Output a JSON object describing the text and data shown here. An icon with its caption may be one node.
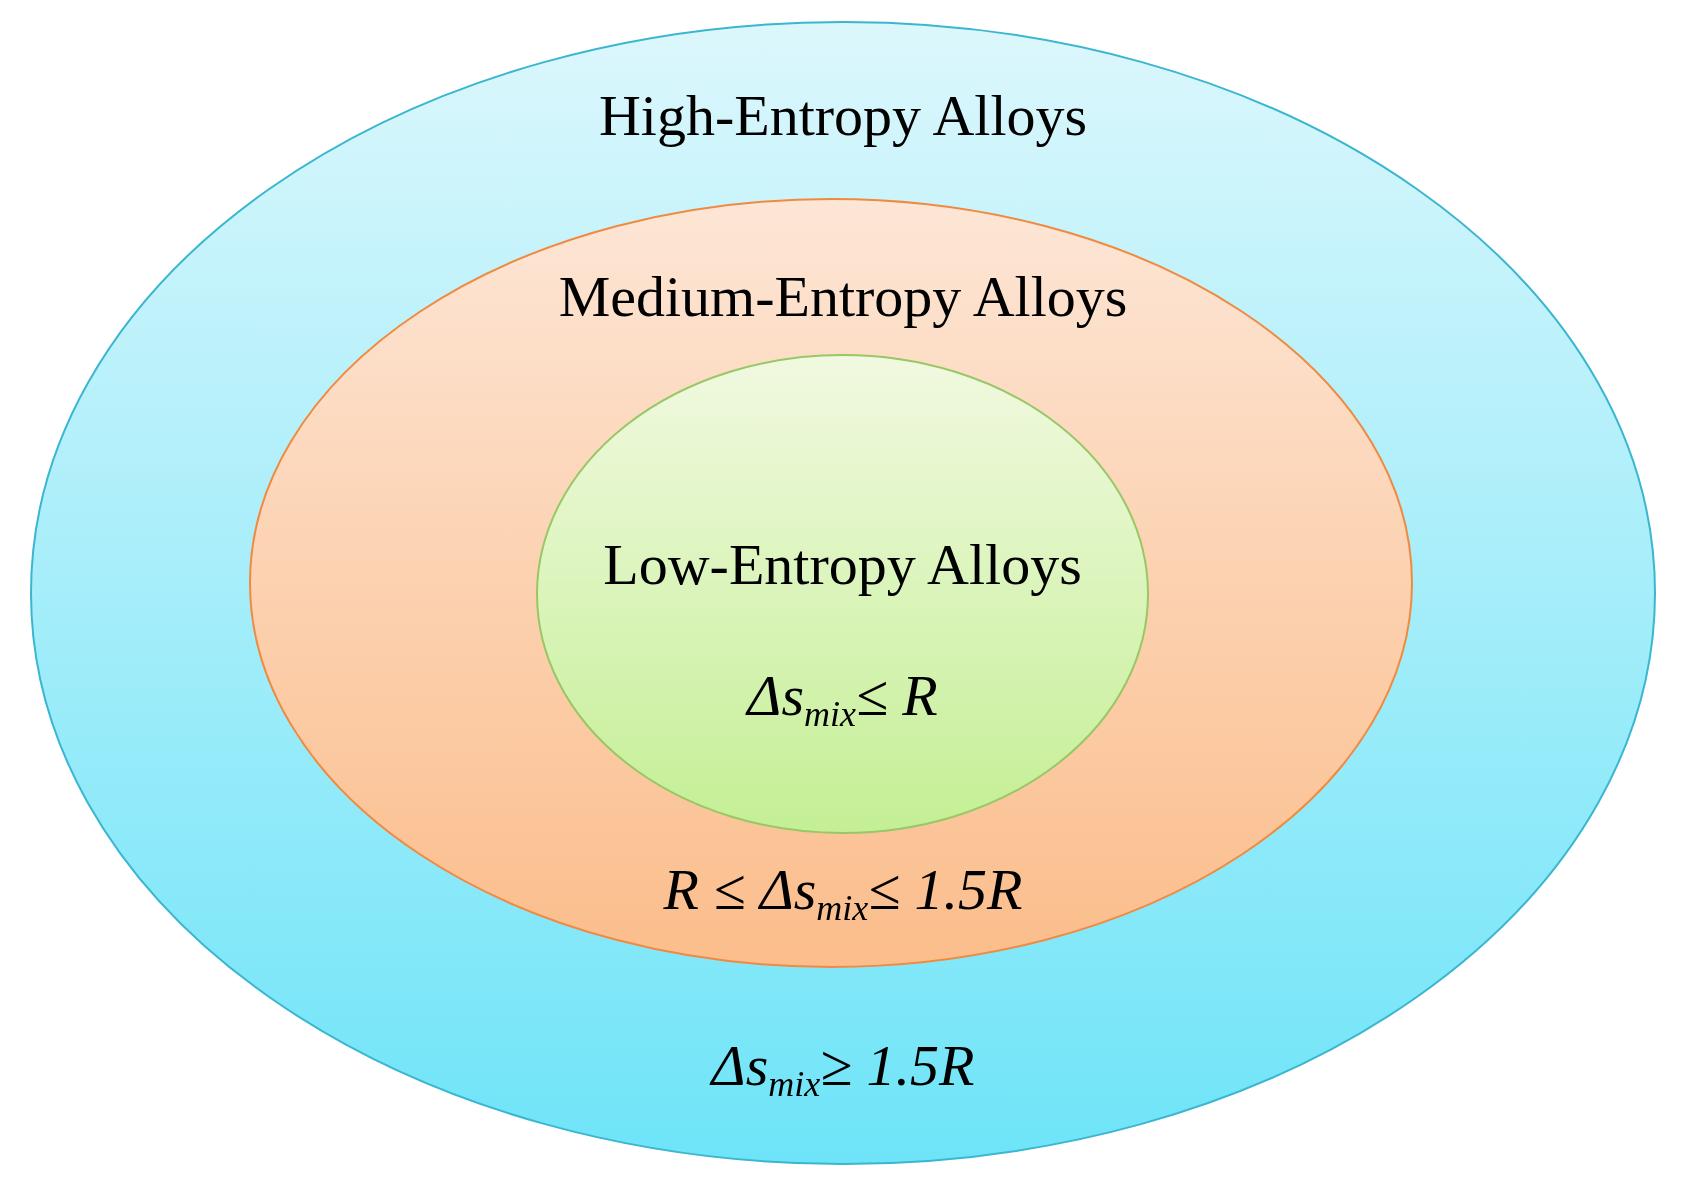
{
  "diagram": {
    "nodes": [
      {
        "text": [
          "High-Entropy Alloys",
          "Δs$_{mix}$≥ 1.5R"
        ]
      },
      {
        "text": [
          "Medium-Entropy Alloys",
          "R ≤ Δs$_{mix}$≤ 1.5R"
        ],
        "in": 0
      },
      {
        "text": [
          "Low-Entropy Alloys",
          "Δs$_{mix}$≤ R"
        ],
        "in": 1
      }
    ]
  }
}
